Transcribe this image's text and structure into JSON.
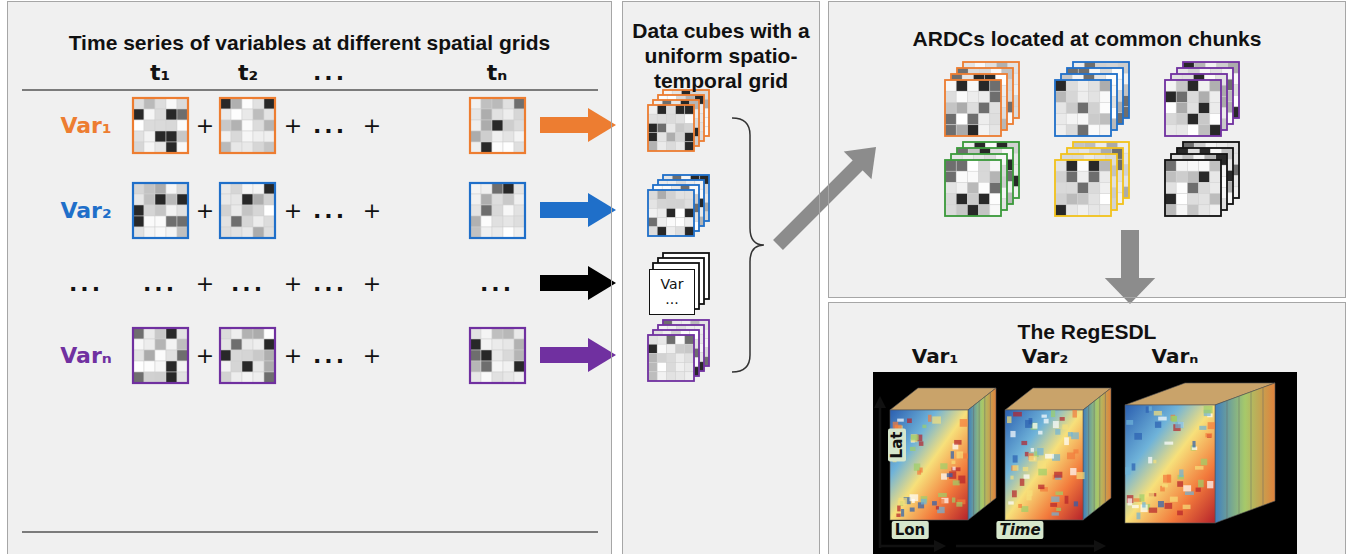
{
  "diagram": {
    "nodes": [
      {
        "text": [
          "Time series of variables at different spatial grids"
        ]
      },
      {
        "text": [
          "Data cubes with a uniform spatio-temporal grid"
        ]
      },
      {
        "text": [
          "Var ..."
        ],
        "in": 1
      },
      {
        "text": [
          "ARDCs located at common chunks"
        ]
      },
      {
        "text": [
          "The RegESDL"
        ]
      }
    ],
    "edges": [
      {
        "from": 1,
        "to": 3,
        "arrow": "to"
      },
      {
        "from": 3,
        "to": 4,
        "arrow": "to"
      }
    ],
    "labels": [
      "t₁",
      "t₂",
      "...",
      "tₙ",
      "Var₁",
      "+",
      "+",
      "...",
      "+",
      "Var₂",
      "+",
      "+",
      "...",
      "+",
      "...",
      "...",
      "+",
      "...",
      "+",
      "...",
      "+",
      "...",
      "Varₙ",
      "+",
      "+",
      "...",
      "+",
      "Var₁",
      "Var₂",
      "Varₙ",
      "Lon",
      "Lat",
      "Time"
    ]
  }
}
